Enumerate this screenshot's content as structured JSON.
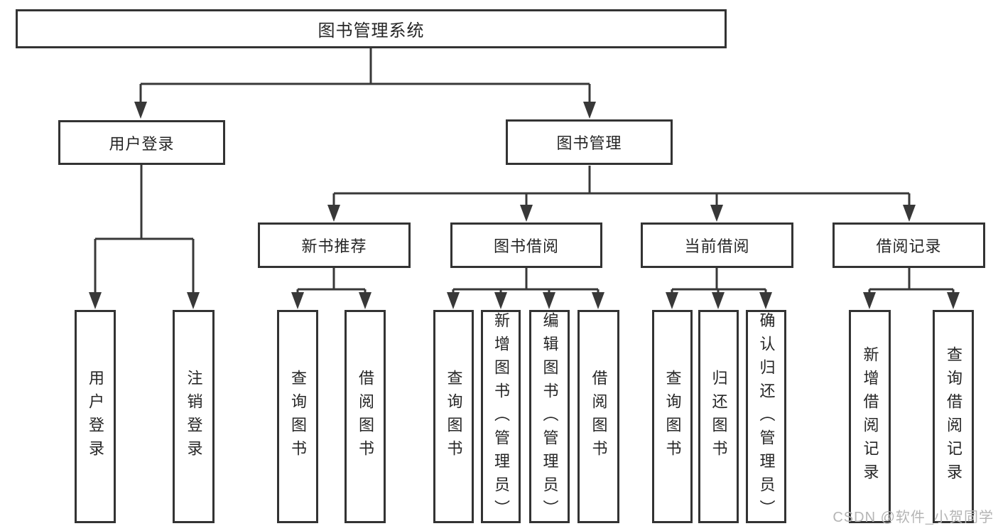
{
  "diagram": {
    "root": "图书管理系统",
    "user_login": {
      "label": "用户登录",
      "children": [
        "用户登录",
        "注销登录"
      ]
    },
    "book_management": {
      "label": "图书管理",
      "children": [
        {
          "label": "新书推荐",
          "children": [
            "查询图书",
            "借阅图书"
          ]
        },
        {
          "label": "图书借阅",
          "children": [
            "查询图书",
            "新增图书（管理员）",
            "编辑图书（管理员）",
            "借阅图书"
          ]
        },
        {
          "label": "当前借阅",
          "children": [
            "查询图书",
            "归还图书",
            "确认归还（管理员）"
          ]
        },
        {
          "label": "借阅记录",
          "children": [
            "新增借阅记录",
            "查询借阅记录"
          ]
        }
      ]
    },
    "watermark": "CSDN @软件_小贺同学"
  },
  "colors": {
    "line": "#383838",
    "text": "#262626",
    "box_background": "#ffffff",
    "watermark": "#b5b5b5"
  }
}
